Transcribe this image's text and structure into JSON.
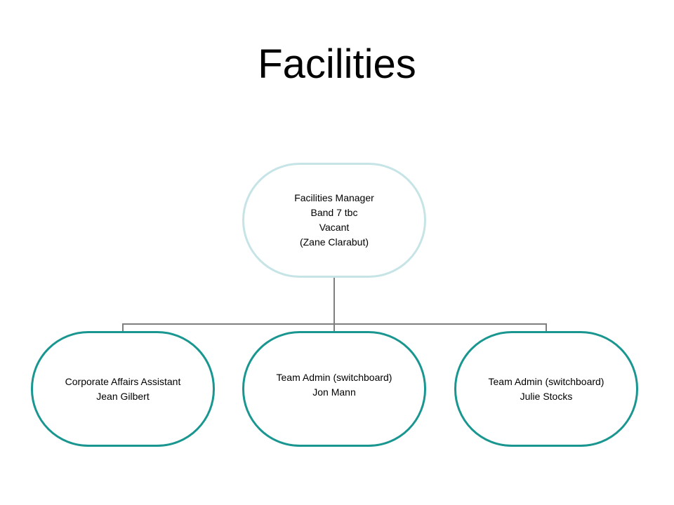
{
  "slide": {
    "title": "Facilities"
  },
  "org_chart": {
    "root": {
      "lines": [
        "Facilities Manager",
        "Band 7 tbc",
        "Vacant",
        "(Zane Clarabut)"
      ]
    },
    "children": [
      {
        "lines": [
          "Corporate Affairs Assistant",
          "Jean Gilbert"
        ]
      },
      {
        "lines": [
          "Team Admin (switchboard)",
          "Jon Mann"
        ]
      },
      {
        "lines": [
          "Team Admin (switchboard)",
          "Julie Stocks"
        ]
      }
    ]
  },
  "colors": {
    "root_border": "#c6e4e6",
    "child_border": "#1a9690",
    "connector": "#7f7f7f"
  }
}
